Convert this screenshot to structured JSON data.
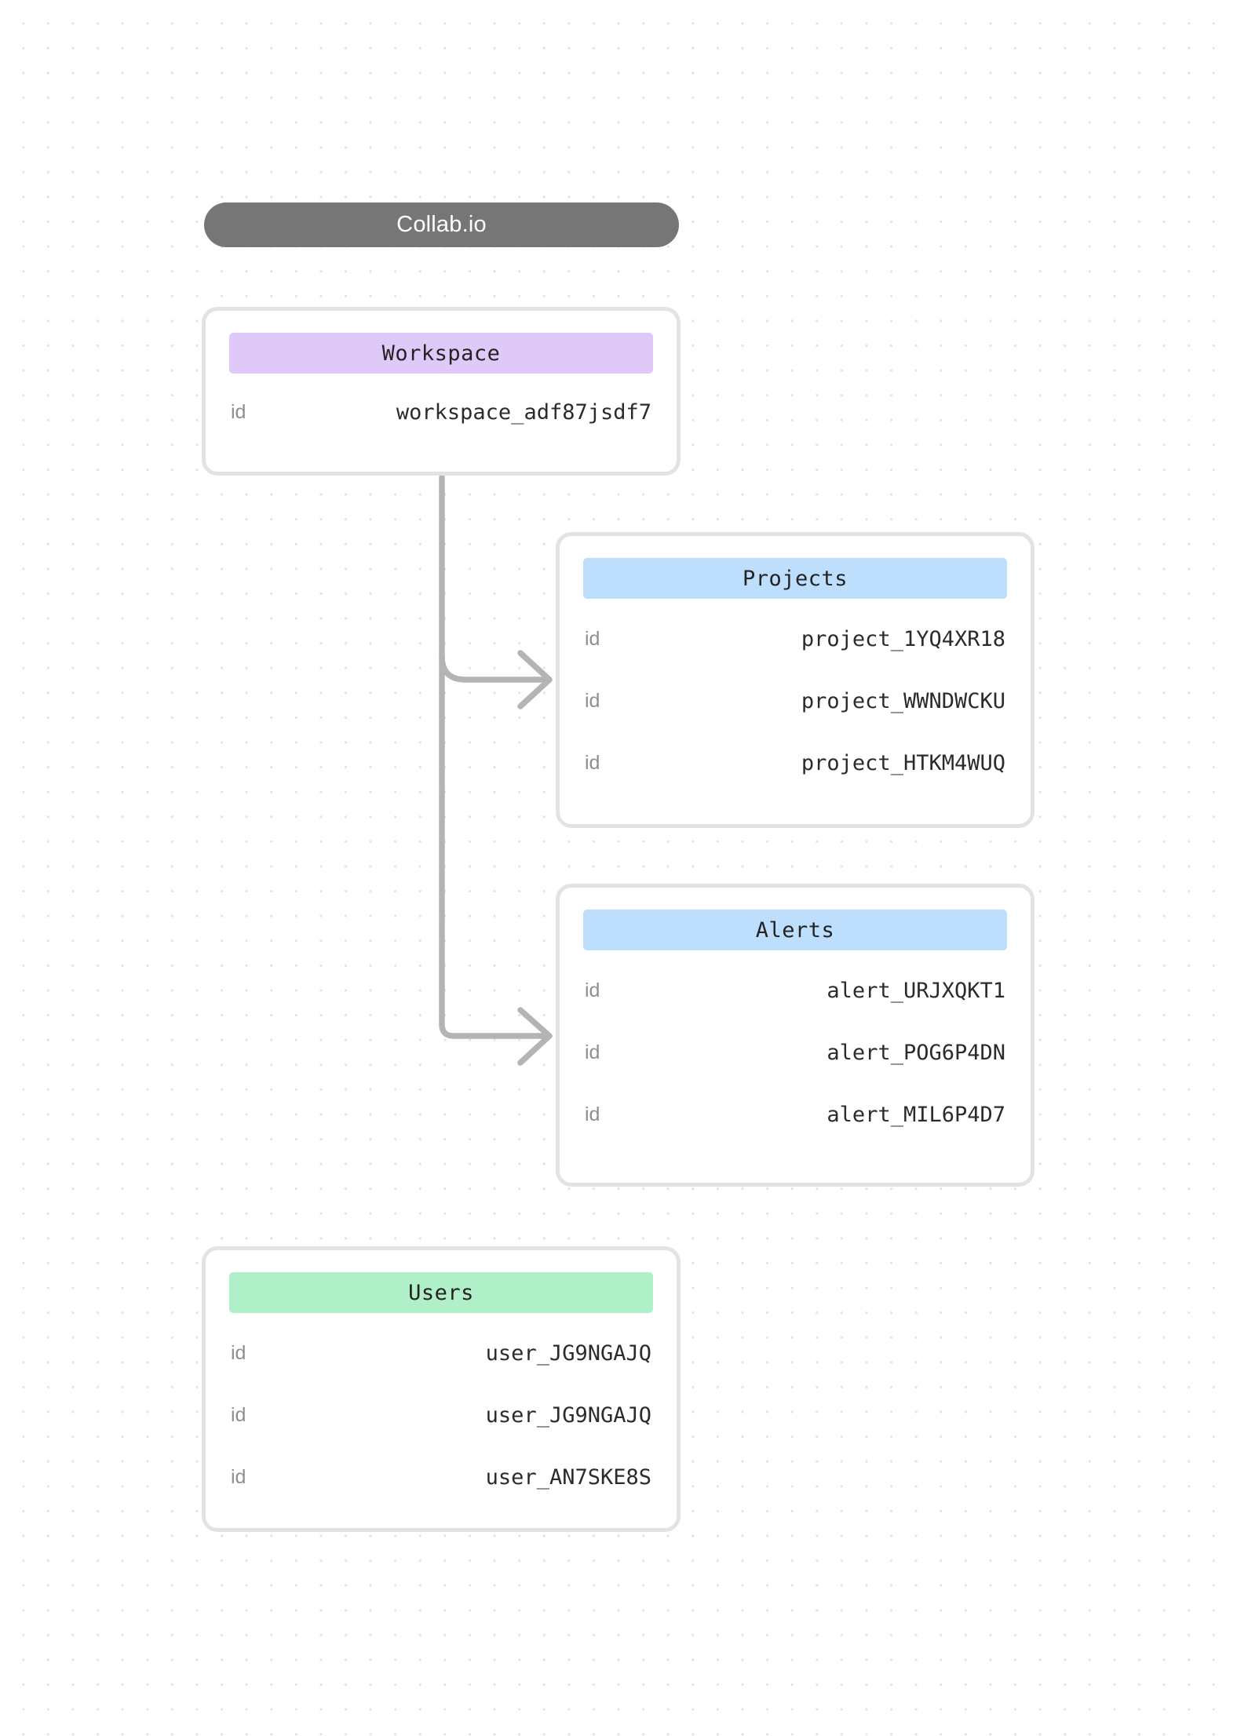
{
  "header": {
    "title": "Collab.io"
  },
  "colors": {
    "background": "#ffffff",
    "dot_grid": "#e2e2e4",
    "title_pill": "#767676",
    "card_border": "#e3e3e4",
    "workspace_accent": "#dfc9f8",
    "projects_accent": "#bddffd",
    "alerts_accent": "#bddffd",
    "users_accent": "#b0f0c8",
    "connector": "#b3b5b5",
    "key_text": "#8e8e90",
    "value_text": "#2b2b2b"
  },
  "entities": {
    "workspace": {
      "title": "Workspace",
      "rows": [
        {
          "key": "id",
          "value": "workspace_adf87jsdf7"
        }
      ]
    },
    "projects": {
      "title": "Projects",
      "rows": [
        {
          "key": "id",
          "value": "project_1YQ4XR18"
        },
        {
          "key": "id",
          "value": "project_WWNDWCKU"
        },
        {
          "key": "id",
          "value": "project_HTKM4WUQ"
        }
      ]
    },
    "alerts": {
      "title": "Alerts",
      "rows": [
        {
          "key": "id",
          "value": "alert_URJXQKT1"
        },
        {
          "key": "id",
          "value": "alert_POG6P4DN"
        },
        {
          "key": "id",
          "value": "alert_MIL6P4D7"
        }
      ]
    },
    "users": {
      "title": "Users",
      "rows": [
        {
          "key": "id",
          "value": "user_JG9NGAJQ"
        },
        {
          "key": "id",
          "value": "user_JG9NGAJQ"
        },
        {
          "key": "id",
          "value": "user_AN7SKE8S"
        }
      ]
    }
  },
  "connections": [
    {
      "from": "workspace",
      "to": "projects"
    },
    {
      "from": "workspace",
      "to": "alerts"
    }
  ]
}
